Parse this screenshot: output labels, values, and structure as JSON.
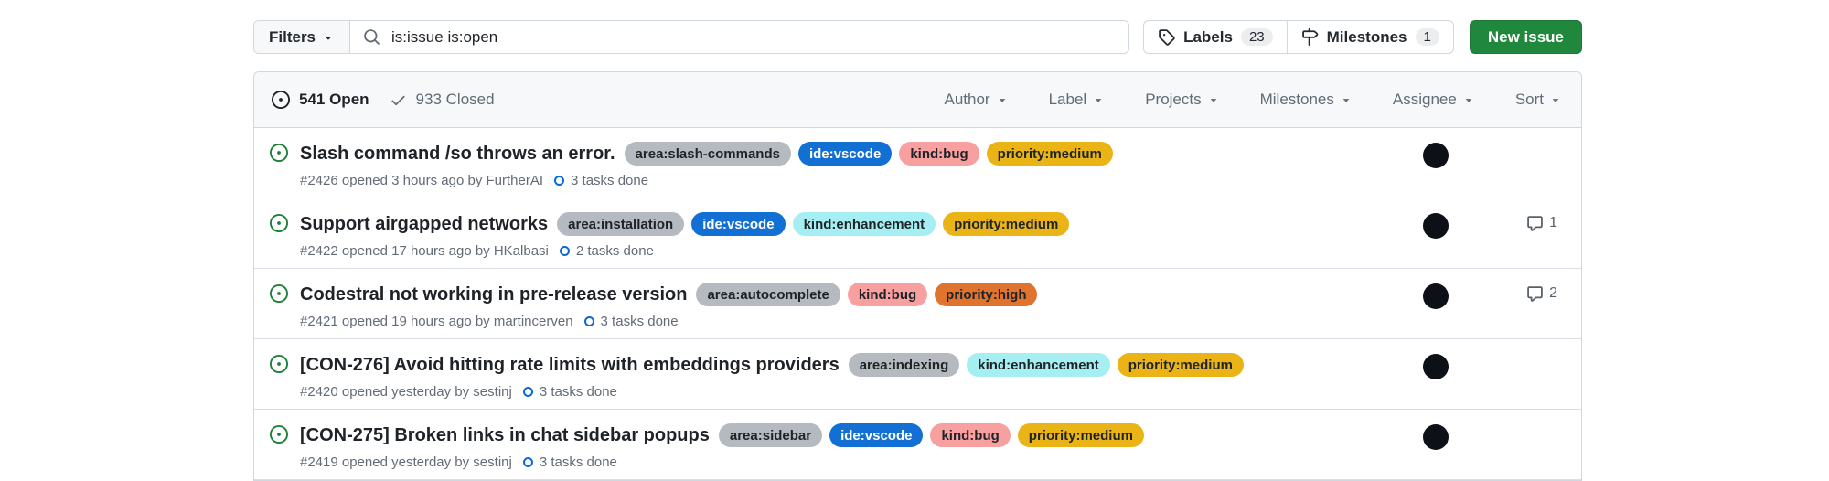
{
  "toolbar": {
    "filters_label": "Filters",
    "search_value": "is:issue is:open",
    "labels_label": "Labels",
    "labels_count": "23",
    "milestones_label": "Milestones",
    "milestones_count": "1",
    "new_issue_label": "New issue"
  },
  "list_header": {
    "open_text": "541 Open",
    "closed_text": "933 Closed",
    "filters": [
      {
        "label": "Author"
      },
      {
        "label": "Label"
      },
      {
        "label": "Projects"
      },
      {
        "label": "Milestones"
      },
      {
        "label": "Assignee"
      },
      {
        "label": "Sort"
      }
    ]
  },
  "colors": {
    "new_issue_green": "#1f883d",
    "open_icon_green": "#1a7f37",
    "tasklist_ring_blue": "#0969da",
    "border_gray": "#d0d7de",
    "header_bg": "#f6f8fa",
    "meta_gray": "#636c76"
  },
  "issues": [
    {
      "title": "Slash command /so throws an error.",
      "labels": [
        {
          "text": "area:slash-commands",
          "bg": "#b4babf",
          "fg": "#1f2328"
        },
        {
          "text": "ide:vscode",
          "bg": "#1270d4",
          "fg": "#ffffff"
        },
        {
          "text": "kind:bug",
          "bg": "#f89f9f",
          "fg": "#1f2328"
        },
        {
          "text": "priority:medium",
          "bg": "#eab417",
          "fg": "#1f2328"
        }
      ],
      "meta": "#2426 opened 3 hours ago by FurtherAI",
      "tasks": "3 tasks done",
      "comments": ""
    },
    {
      "title": "Support airgapped networks",
      "labels": [
        {
          "text": "area:installation",
          "bg": "#b4babf",
          "fg": "#1f2328"
        },
        {
          "text": "ide:vscode",
          "bg": "#1270d4",
          "fg": "#ffffff"
        },
        {
          "text": "kind:enhancement",
          "bg": "#a5eff2",
          "fg": "#1f2328"
        },
        {
          "text": "priority:medium",
          "bg": "#eab417",
          "fg": "#1f2328"
        }
      ],
      "meta": "#2422 opened 17 hours ago by HKalbasi",
      "tasks": "2 tasks done",
      "comments": "1"
    },
    {
      "title": "Codestral not working in pre-release version",
      "labels": [
        {
          "text": "area:autocomplete",
          "bg": "#b4babf",
          "fg": "#1f2328"
        },
        {
          "text": "kind:bug",
          "bg": "#f89f9f",
          "fg": "#1f2328"
        },
        {
          "text": "priority:high",
          "bg": "#e0742f",
          "fg": "#1f2328"
        }
      ],
      "meta": "#2421 opened 19 hours ago by martincerven",
      "tasks": "3 tasks done",
      "comments": "2"
    },
    {
      "title": "[CON-276] Avoid hitting rate limits with embeddings providers",
      "labels": [
        {
          "text": "area:indexing",
          "bg": "#b4babf",
          "fg": "#1f2328"
        },
        {
          "text": "kind:enhancement",
          "bg": "#a5eff2",
          "fg": "#1f2328"
        },
        {
          "text": "priority:medium",
          "bg": "#eab417",
          "fg": "#1f2328"
        }
      ],
      "meta": "#2420 opened yesterday by sestinj",
      "tasks": "3 tasks done",
      "comments": ""
    },
    {
      "title": "[CON-275] Broken links in chat sidebar popups",
      "labels": [
        {
          "text": "area:sidebar",
          "bg": "#b4babf",
          "fg": "#1f2328"
        },
        {
          "text": "ide:vscode",
          "bg": "#1270d4",
          "fg": "#ffffff"
        },
        {
          "text": "kind:bug",
          "bg": "#f89f9f",
          "fg": "#1f2328"
        },
        {
          "text": "priority:medium",
          "bg": "#eab417",
          "fg": "#1f2328"
        }
      ],
      "meta": "#2419 opened yesterday by sestinj",
      "tasks": "3 tasks done",
      "comments": ""
    }
  ]
}
